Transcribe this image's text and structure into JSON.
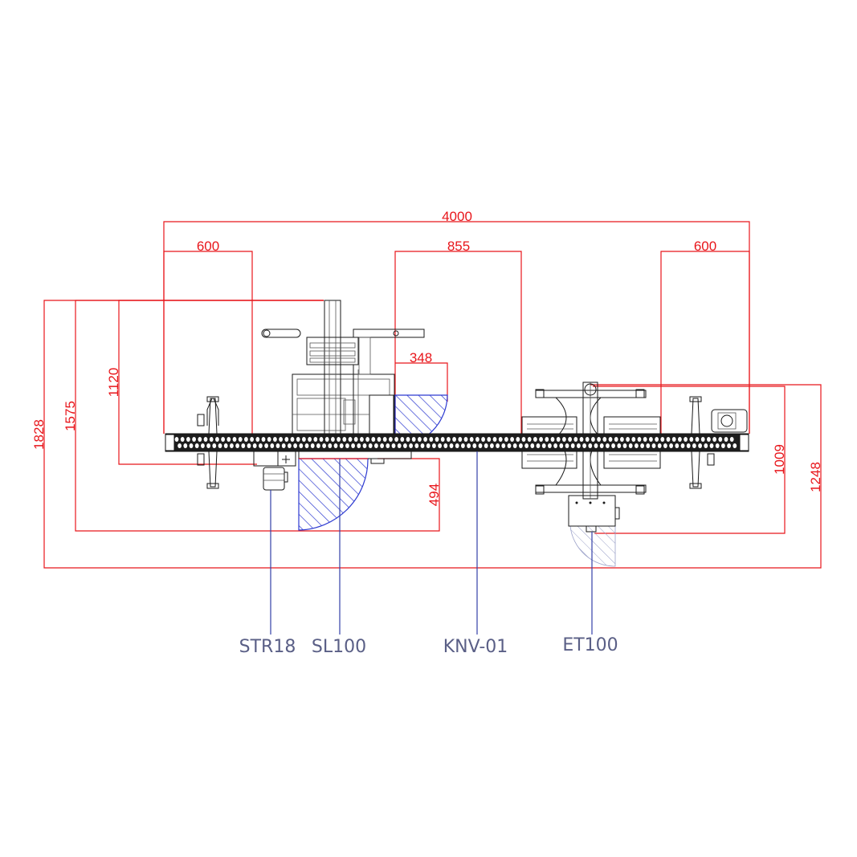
{
  "dimensions": {
    "overall_width": "4000",
    "left_module_width": "600",
    "center_module_width": "855",
    "right_module_width": "600",
    "door_swing": "348",
    "height_1828": "1828",
    "height_1575": "1575",
    "height_1120": "1120",
    "depth_494": "494",
    "depth_1009": "1009",
    "depth_1248": "1248"
  },
  "labels": {
    "str18": "STR18",
    "sl100": "SL100",
    "knv01": "KNV-01",
    "et100": "ET100"
  },
  "colors": {
    "dimension": "#e8161b",
    "leader": "#3340a8",
    "hatch": "#2e3bd1",
    "outline": "#1a1a1a"
  }
}
